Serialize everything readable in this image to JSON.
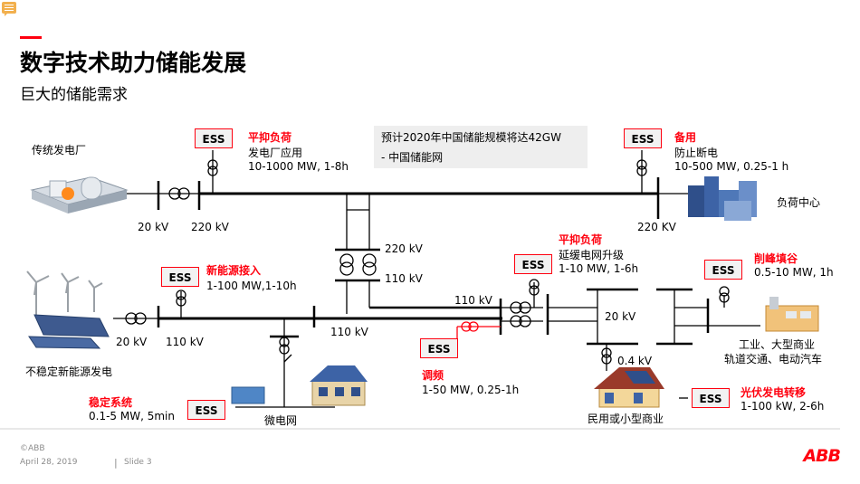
{
  "title": "数字技术助力储能发展",
  "subtitle": "巨大的储能需求",
  "note": {
    "line1": "预计2020年中国储能规模将达42GW",
    "line2": "- 中国储能网"
  },
  "ess_label": "ESS",
  "places": {
    "plant": "传统发电厂",
    "renewable": "不稳定新能源发电",
    "load_center": "负荷中心",
    "industry1": "工业、大型商业",
    "industry2": "轨道交通、电动汽车",
    "residential": "民用或小型商业",
    "microgrid": "微电网"
  },
  "voltages": {
    "v20_plant": "20 kV",
    "v220_left": "220 kV",
    "v220_right": "220 KV",
    "v220_tx": "220 kV",
    "v110_tx": "110 kV",
    "v20_renew": "20 kV",
    "v110_renew": "110 kV",
    "v110_mid": "110 kV",
    "v110_right": "110 kV",
    "v20_dist": "20 kV",
    "v04": "0.4 kV"
  },
  "apps": {
    "peak": {
      "title": "平抑负荷",
      "desc": "发电厂应用",
      "range": "10-1000 MW, 1-8h"
    },
    "backup": {
      "title": "备用",
      "desc": "防止断电",
      "range": "10-500 MW, 0.25-1 h"
    },
    "renew": {
      "title": "新能源接入",
      "range": "1-100 MW,1-10h"
    },
    "defer": {
      "title": "平抑负荷",
      "desc": "延缓电网升级",
      "range": "1-10 MW, 1-6h"
    },
    "shave": {
      "title": "削峰填谷",
      "range": "0.5-10 MW, 1h"
    },
    "freq": {
      "title": "调频",
      "range": "1-50 MW, 0.25-1h"
    },
    "stable": {
      "title": "稳定系统",
      "range": "0.1-5 MW, 5min"
    },
    "pv": {
      "title": "光伏发电转移",
      "range": "1-100 kW, 2-6h"
    }
  },
  "footer": {
    "copyright": "©ABB",
    "date": "April 28, 2019",
    "sep": "|",
    "slide": "Slide 3",
    "logo": "ABB"
  },
  "colors": {
    "accent": "#ff000f",
    "line": "#000000",
    "gray": "#8c8c8c"
  }
}
